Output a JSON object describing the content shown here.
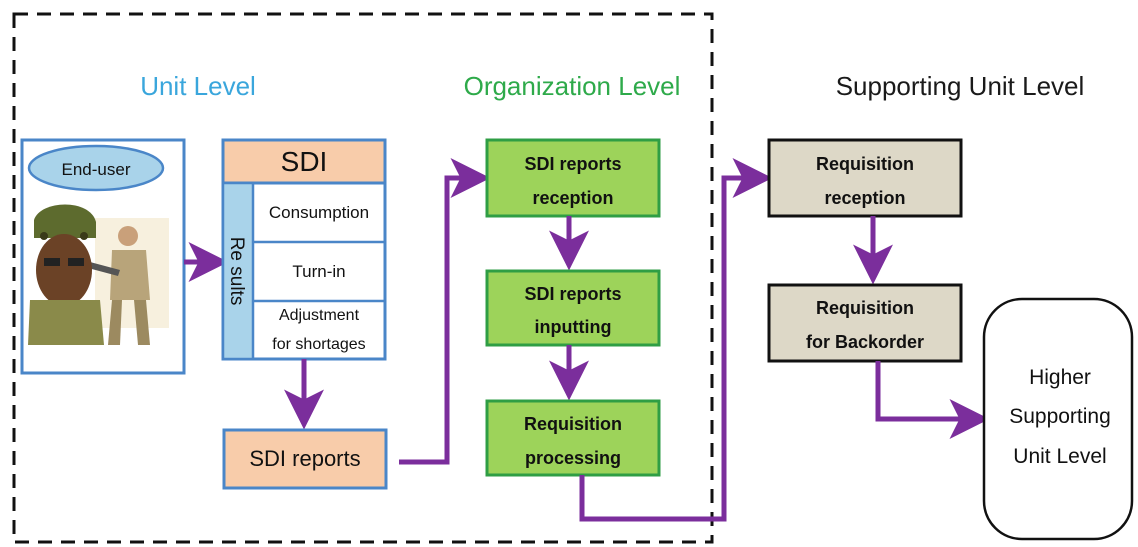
{
  "headings": {
    "unit_level": "Unit Level",
    "organization_level": "Organization Level",
    "supporting_unit_level": "Supporting Unit Level"
  },
  "unit": {
    "end_user": "End-user",
    "sdi_title": "SDI",
    "results_label": "Re sults",
    "consumption": "Consumption",
    "turn_in": "Turn-in",
    "adjustment_line1": "Adjustment",
    "adjustment_line2": "for shortages",
    "sdi_reports": "SDI reports"
  },
  "organization": {
    "reception_line1": "SDI reports",
    "reception_line2": "reception",
    "inputting_line1": "SDI reports",
    "inputting_line2": "inputting",
    "processing_line1": "Requisition",
    "processing_line2": "processing"
  },
  "supporting": {
    "req_reception_line1": "Requisition",
    "req_reception_line2": "reception",
    "backorder_line1": "Requisition",
    "backorder_line2": "for Backorder",
    "higher_line1": "Higher",
    "higher_line2": "Supporting",
    "higher_line3": "Unit Level"
  },
  "colors": {
    "unit_heading": "#3aa6dc",
    "org_heading": "#2eaa4a",
    "supp_heading": "#1a1a1a",
    "arrow": "#7b2e9c",
    "green_fill": "#9dd35a",
    "green_border": "#2f9e44",
    "beige_fill": "#ddd8c7",
    "peach_fill": "#f8ccaa",
    "blue_border": "#4a86c8",
    "results_fill": "#a9d3ea"
  },
  "icons": {
    "soldier_illustration": "soldier-image",
    "arrow": "arrow-icon"
  }
}
